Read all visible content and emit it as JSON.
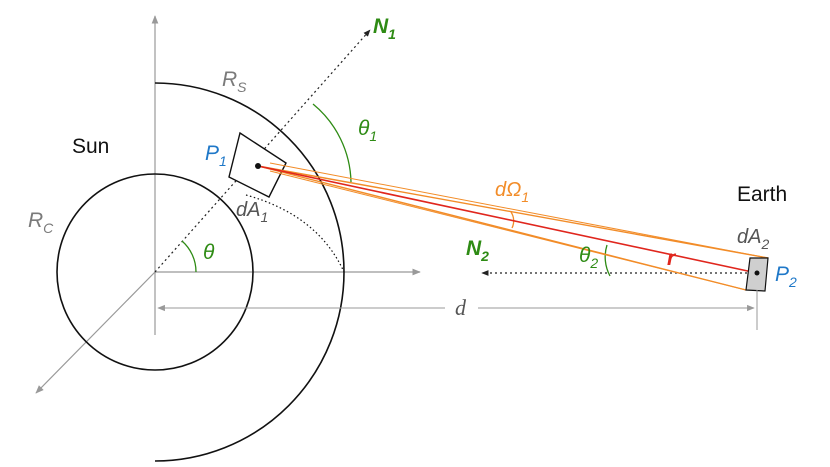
{
  "colors": {
    "axis": "#999999",
    "outline": "#111111",
    "green": "#2e8b14",
    "blue": "#1f78c8",
    "orange": "#f28c28",
    "red": "#e0261d",
    "gray_text": "#7a7a7a",
    "earth_patch": "#cfcfcf"
  },
  "labels": {
    "sun": "Sun",
    "earth": "Earth",
    "rs": {
      "main": "R",
      "sub": "S"
    },
    "rc": {
      "main": "R",
      "sub": "C"
    },
    "n1": {
      "main": "N",
      "sub": "1"
    },
    "n2": {
      "main": "N",
      "sub": "2"
    },
    "p1": {
      "main": "P",
      "sub": "1"
    },
    "p2": {
      "main": "P",
      "sub": "2"
    },
    "da1": {
      "main": "dA",
      "sub": "1"
    },
    "da2": {
      "main": "dA",
      "sub": "2"
    },
    "theta": "θ",
    "theta1": {
      "main": "θ",
      "sub": "1"
    },
    "theta2": {
      "main": "θ",
      "sub": "2"
    },
    "domega1": {
      "main": "dΩ",
      "sub": "1"
    },
    "r": "r",
    "d": "d"
  }
}
